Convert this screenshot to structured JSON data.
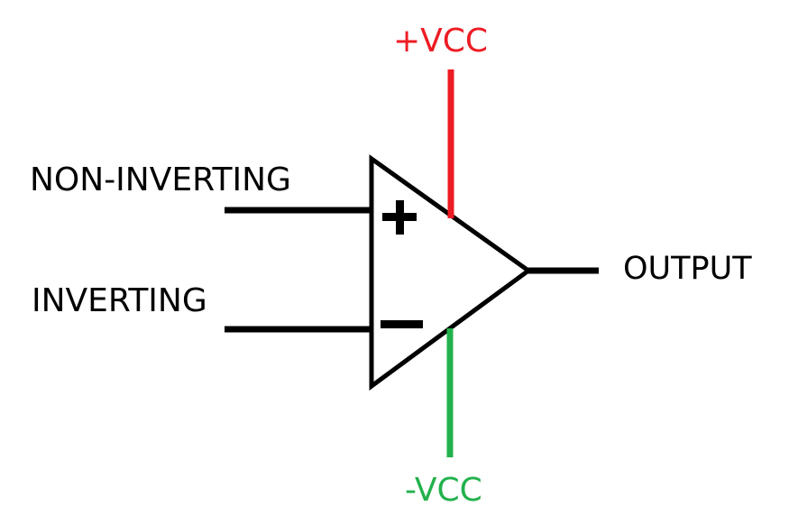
{
  "labels": {
    "positive_supply": "+VCC",
    "negative_supply": "-VCC",
    "non_inverting_input": "NON-INVERTING",
    "inverting_input": "INVERTING",
    "output": "OUTPUT",
    "plus_sign": "+",
    "minus_sign": "−"
  },
  "colors": {
    "positive_supply": "#ed1c24",
    "negative_supply": "#22b14c",
    "wire": "#000000",
    "text": "#000000"
  }
}
